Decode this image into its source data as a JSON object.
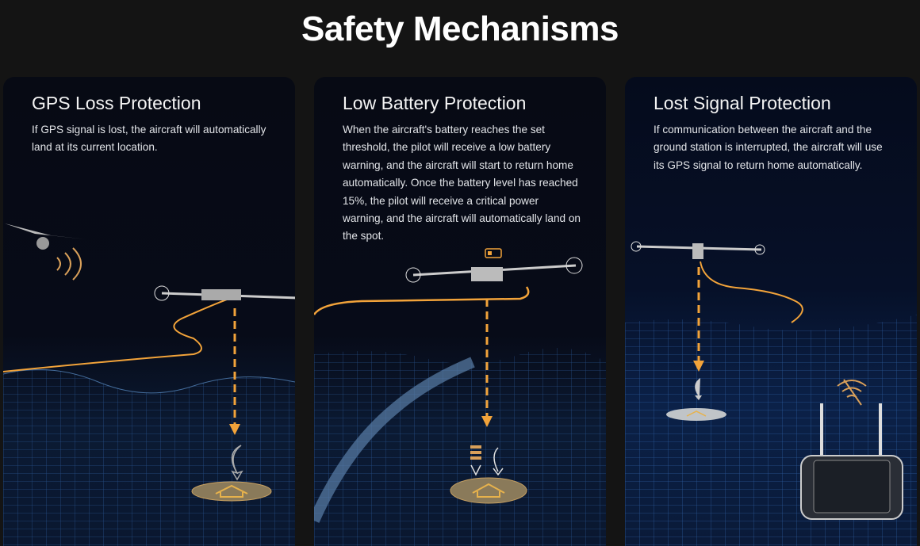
{
  "page": {
    "title": "Safety Mechanisms"
  },
  "cards": [
    {
      "title": "GPS Loss Protection",
      "body": "If GPS signal is lost, the aircraft will automatically land at its current location."
    },
    {
      "title": "Low Battery Protection",
      "body": "When the aircraft's battery reaches the set threshold, the pilot will receive a low battery warning, and the aircraft will start to return home automatically. Once the battery level has reached 15%, the pilot will receive a critical power warning, and the aircraft will automatically land on the spot."
    },
    {
      "title": "Lost Signal Protection",
      "body": "If communication between the aircraft and the ground station is interrupted, the aircraft will use its GPS signal to return home automatically."
    }
  ],
  "colors": {
    "accent": "#f2a33a",
    "grid": "#3a78c8",
    "background": "#141414"
  }
}
